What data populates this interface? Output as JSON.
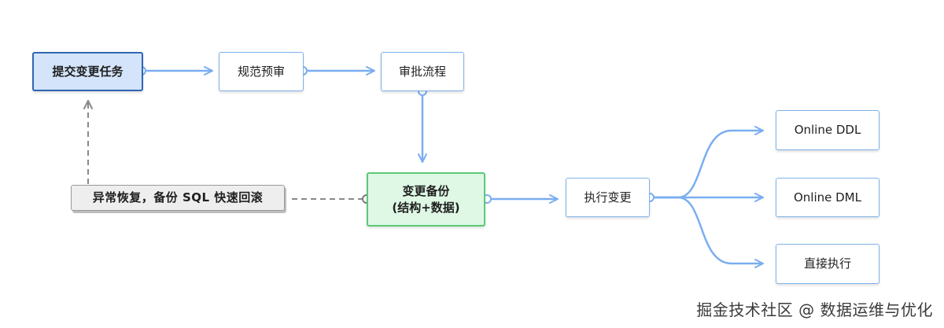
{
  "nodes": {
    "submit": "提交变更任务",
    "precheck": "规范预审",
    "approval": "审批流程",
    "backup": "变更备份\n(结构+数据)",
    "execute": "执行变更",
    "online_ddl": "Online DDL",
    "online_dml": "Online DML",
    "direct": "直接执行",
    "rollback": "异常恢复，备份 SQL 快速回滚"
  },
  "colors": {
    "edge": "#7aaef0",
    "rollback_edge": "#8a8a8a",
    "start_fill": "#d3e4fb",
    "start_border": "#2f66b3",
    "backup_fill": "#dff8e5",
    "backup_border": "#5cc978"
  },
  "watermark": "掘金技术社区 @ 数据运维与优化"
}
